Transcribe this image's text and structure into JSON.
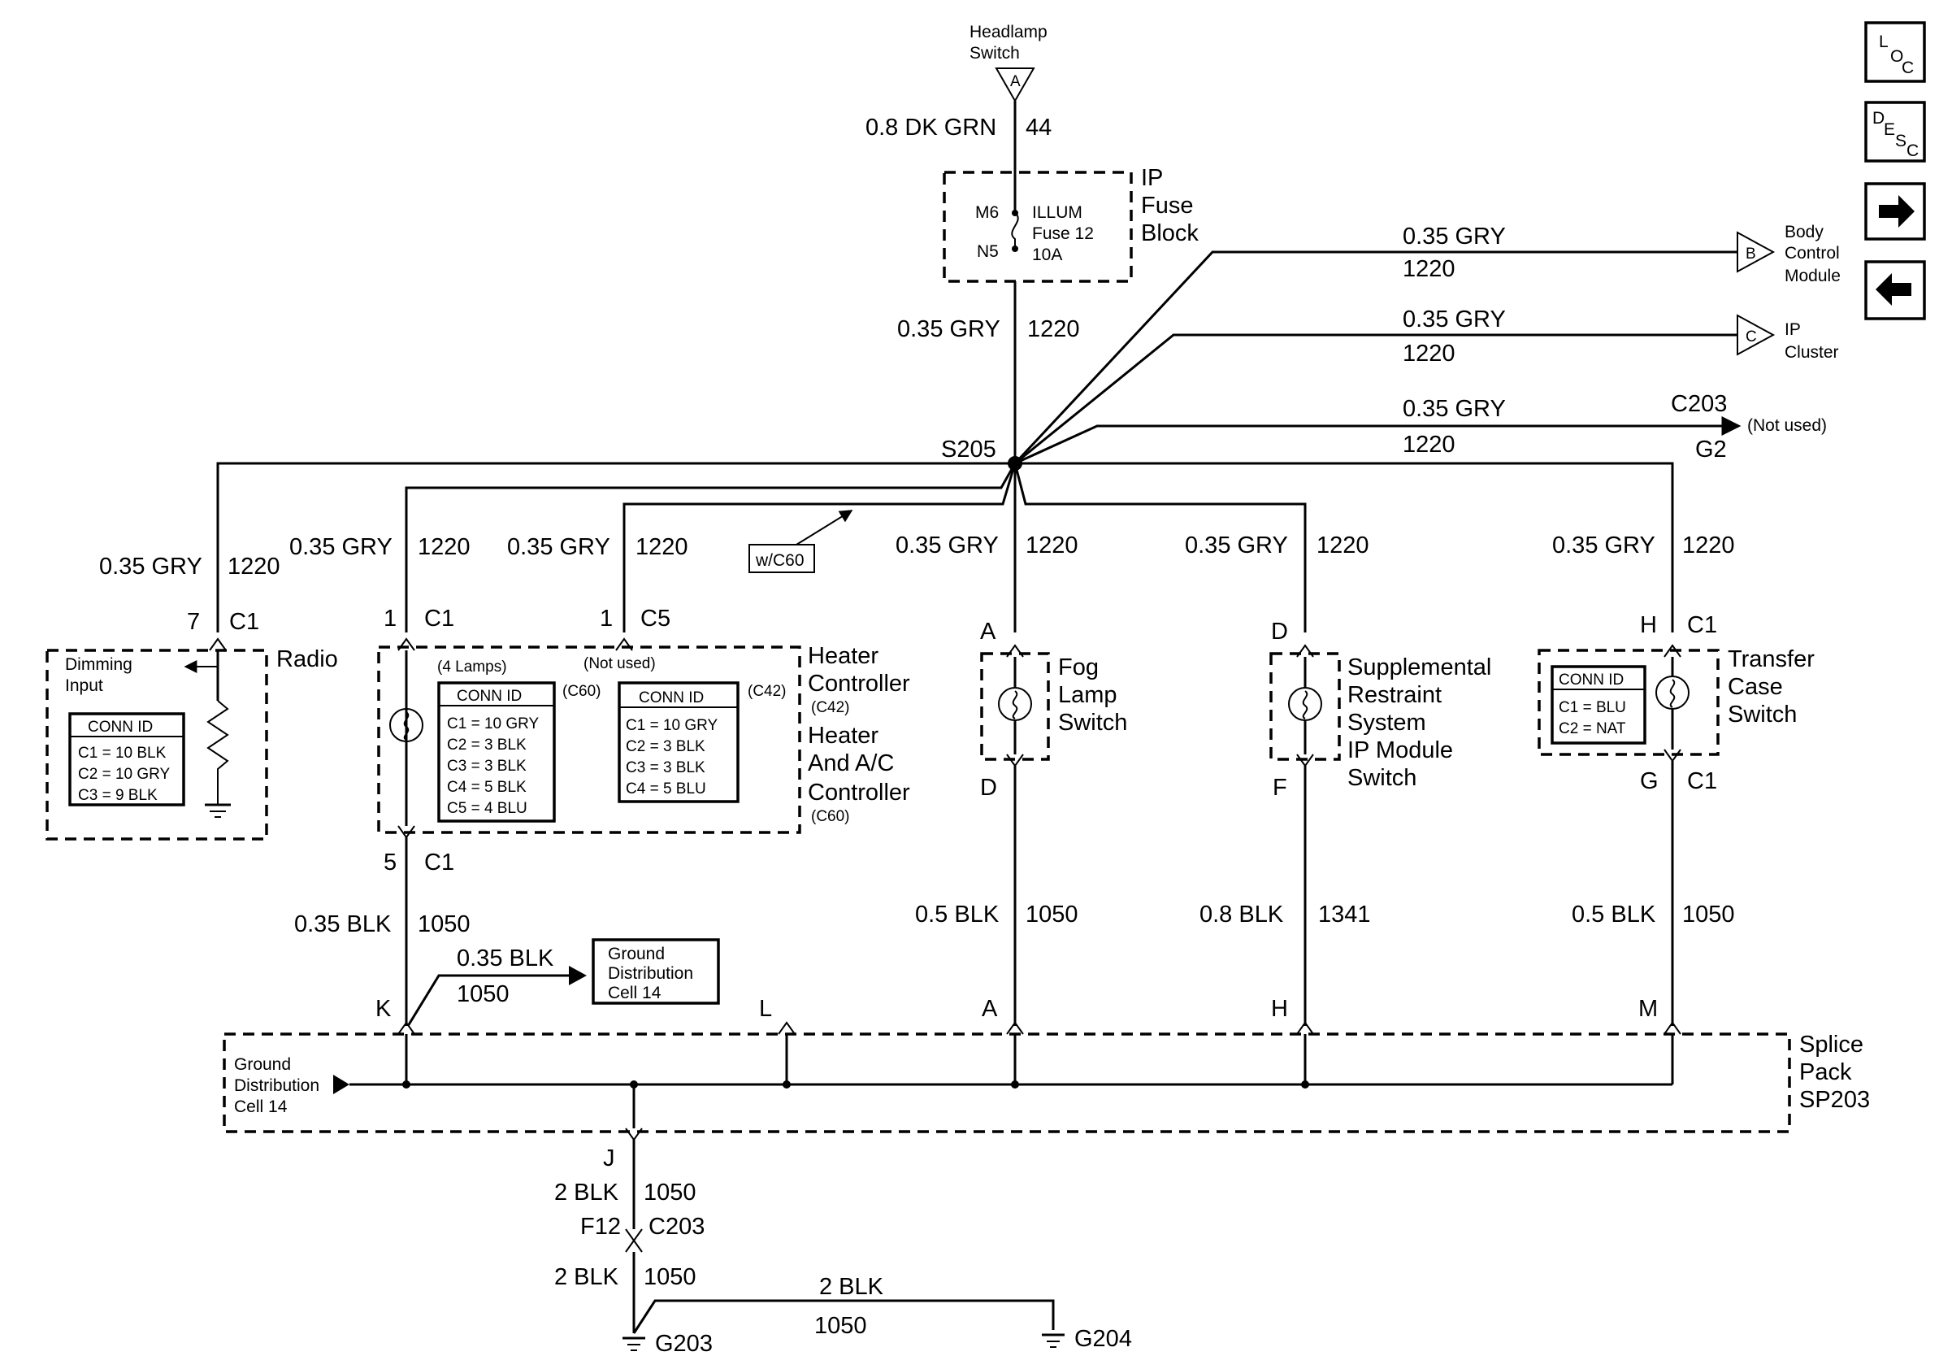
{
  "nav": {
    "loc_label": [
      "L",
      "O",
      "C"
    ],
    "desc_label": [
      "D",
      "E",
      "S",
      "C"
    ],
    "next_icon": "right-arrow-icon",
    "prev_icon": "left-arrow-icon"
  },
  "headlamp": {
    "line1": "Headlamp",
    "line2": "Switch",
    "pin": "A"
  },
  "feed": {
    "wire": "0.8 DK GRN",
    "circuit": "44"
  },
  "fuse_block": {
    "title1": "IP",
    "title2": "Fuse",
    "title3": "Block",
    "pin_in": "M6",
    "pin_out": "N5",
    "f1": "ILLUM",
    "f2": "Fuse 12",
    "f3": "10A"
  },
  "gry": "0.35 GRY",
  "ckt1220": "1220",
  "splice_top": "S205",
  "outputs": {
    "bcm": {
      "line1": "Body",
      "line2": "Control",
      "line3": "Module",
      "pin": "B"
    },
    "ipc": {
      "line1": "IP",
      "line2": "Cluster",
      "pin": "C"
    },
    "notused": {
      "conn": "C203",
      "pin": "G2",
      "text": "(Not used)"
    }
  },
  "wc60": "w/C60",
  "radio": {
    "name": "Radio",
    "pin": "7",
    "conn": "C1",
    "dim1": "Dimming",
    "dim2": "Input",
    "conn_title": "CONN ID",
    "rows": [
      "C1 = 10 BLK",
      "C2 = 10 GRY",
      "C3 = 9 BLK"
    ]
  },
  "hvac": {
    "pin_a": "1",
    "conn_a": "C1",
    "pin_b": "1",
    "conn_b": "C5",
    "lamps": "(4 Lamps)",
    "notused": "(Not used)",
    "tag_c60": "(C60)",
    "tag_c42": "(C42)",
    "conn_title": "CONN ID",
    "rows_c60": [
      "C1 = 10 GRY",
      "C2 = 3 BLK",
      "C3 = 3 BLK",
      "C4 = 5 BLK",
      "C5 = 4 BLU"
    ],
    "rows_c42": [
      "C1 = 10 GRY",
      "C2 = 3 BLK",
      "C3 = 3 BLK",
      "C4 = 5 BLU"
    ],
    "n1": "Heater",
    "n2": "Controller",
    "n3": "(C42)",
    "n4": "Heater",
    "n5": "And A/C",
    "n6": "Controller",
    "n7": "(C60)",
    "pin_bottom": "5",
    "conn_bottom": "C1",
    "gnd_wire": "0.35 BLK",
    "gnd_ckt": "1050"
  },
  "fog": {
    "pin_top": "A",
    "pin_bottom": "D",
    "l1": "Fog",
    "l2": "Lamp",
    "l3": "Switch",
    "gnd_wire": "0.5 BLK",
    "gnd_ckt": "1050"
  },
  "srs": {
    "pin_top": "D",
    "pin_bottom": "F",
    "l1": "Supplemental",
    "l2": "Restraint",
    "l3": "System",
    "l4": "IP Module",
    "l5": "Switch",
    "gnd_wire": "0.8 BLK",
    "gnd_ckt": "1341"
  },
  "tcase": {
    "pin_top": "H",
    "conn_top": "C1",
    "pin_bottom": "G",
    "conn_bottom": "C1",
    "l1": "Transfer",
    "l2": "Case",
    "l3": "Switch",
    "conn_title": "CONN ID",
    "rows": [
      "C1 = BLU",
      "C2 = NAT"
    ],
    "gnd_wire": "0.5 BLK",
    "gnd_ckt": "1050"
  },
  "gdc": {
    "l1": "Ground",
    "l2": "Distribution",
    "l3": "Cell 14",
    "wire": "0.35 BLK",
    "ckt": "1050"
  },
  "splice": {
    "l1": "Splice",
    "l2": "Pack",
    "l3": "SP203",
    "pins": [
      "K",
      "L",
      "A",
      "H",
      "M"
    ],
    "left1": "Ground",
    "left2": "Distribution",
    "left3": "Cell 14"
  },
  "ground_out": {
    "pin": "J",
    "wire": "2 BLK",
    "ckt": "1050",
    "conn_pin": "F12",
    "conn": "C203",
    "wire2": "2 BLK",
    "ckt2": "1050",
    "g1": "G203",
    "g2": "G204",
    "jumper_wire": "2 BLK",
    "jumper_ckt": "1050"
  }
}
